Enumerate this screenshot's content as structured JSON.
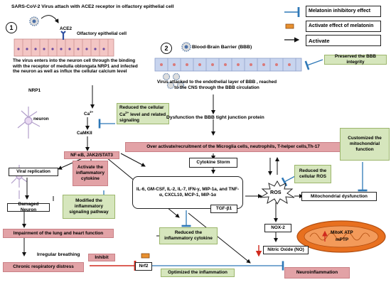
{
  "header": {
    "title": "SARS-CoV-2 Virus attach with ACE2 receptor in olfactory epithelial cell"
  },
  "legend": {
    "inhibitory": "Melatonin inhibitory effect",
    "activate_effect": "Activate effect of melatonin",
    "activate": "Activate"
  },
  "steps": {
    "one": "1",
    "two": "2"
  },
  "left": {
    "ace2": "ACE2",
    "olfactory": "Olfactory epithelial cell",
    "virus_enters": "The virus enters into the neuron cell through the binding with the receptor of medulla oblongata NRP1 and infected the neuron as well as influx the cellular calcium level",
    "nrp1": "NRP1",
    "neuron": "neuron",
    "ca_label": "Ca",
    "camkii": "CaMKII",
    "reduced_ca": "Reduced the cellular Ca",
    "reduced_ca_tail": " level and related signaling",
    "nfkb": "NF-κB, JAK2/STAT3",
    "viral_replication": "Viral replication",
    "activate_inflammatory": "Activate the inflammatory cytokine",
    "modified_signaling": "Modified the inflammatory signaling pathway",
    "damaged_neuron": "Damaged Neuron",
    "impairment": "Impairment of the lung and heart function",
    "irregular_breathing": "Irregular breathing",
    "chronic_distress": "Chronic respiratory distress",
    "inhibit": "Inhibit",
    "nrf2": "Nrf2"
  },
  "right": {
    "bbb": "Blood-Brain Barrier (BBB)",
    "preserved_bbb": "Preserved the BBB integrity",
    "virus_attacked": "Virus attacked to the endothelial layer of BBB , reached to the CNS through the BBB circulation",
    "dysfunction_bbb": "Dysfunction the BBB tight junction protein",
    "overactivate": "Over activate/recruitment of the Microglia cells, neutrophils, T-helper cells,Th-17",
    "customized_mito": "Customized the mitochondrial function",
    "cytokine_storm": "Cytokine Storm",
    "reduced_ros": "Reduced the cellular ROS",
    "cytokines": "IL-6, GM-CSF, IL-2, IL-7, IFN-γ, MIP-1a, and TNF-α, CXCL10, MCP-1, MIP-1α",
    "ros": "ROS",
    "mito_dysfunction": "Mitochondrial dysfunction",
    "tgf": "TGF-β1",
    "nox2": "NOX-2",
    "mitok_line1": "MitoK ATP",
    "mitok_line2": "mPTP",
    "reduced_inflammatory": "Reduced the inflammatory cytokine",
    "nitric_oxide": "Nitric Oxide (NO)",
    "optimized_inflammation": "Optimized the inflammation",
    "neuroinflammation": "Neuroinflammation"
  },
  "colors": {
    "pink": "#e2a2a6",
    "green": "#d6e6bd",
    "blue_inhibit": "#2e78b7",
    "red_arrow": "#d02a1e",
    "orange_mito": "#e8701f",
    "cell_pink": "#f3c6c4",
    "bbb_blue": "#c8d4ee"
  }
}
